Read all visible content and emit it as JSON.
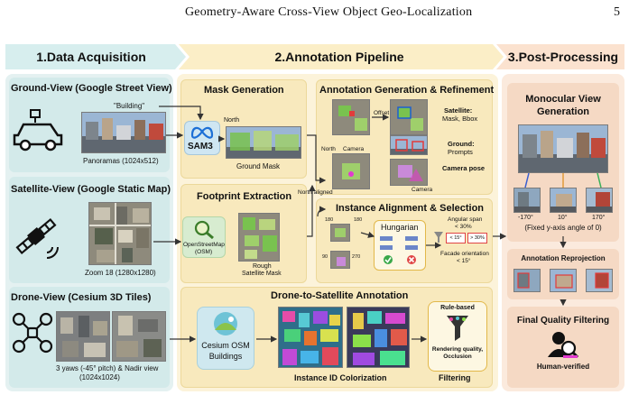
{
  "header": {
    "title": "Geometry-Aware Cross-View Object Geo-Localization",
    "page": "5"
  },
  "sections": {
    "acq": "1.Data Acquisition",
    "ann": "2.Annotation Pipeline",
    "post": "3.Post-Processing"
  },
  "acq": {
    "ground_title": "Ground-View (Google Street View)",
    "ground_caption": "Panoramas (1024x512)",
    "sat_title": "Satellite-View (Google Static Map)",
    "sat_caption": "Zoom 18 (1280x1280)",
    "drone_title": "Drone-View (Cesium 3D Tiles)",
    "drone_caption1": "3 yaws (-45° pitch) & Nadir view",
    "drone_caption2": "(1024x1024)"
  },
  "ann": {
    "mask_title": "Mask Generation",
    "building_prompt": "\"Building\"",
    "north": "North",
    "sam3": "SAM3",
    "ground_mask": "Ground Mask",
    "footprint_title": "Footprint Extraction",
    "osm1": "OpenStreetMap",
    "osm2": "(OSM)",
    "rough1": "Rough",
    "rough2": "Satellite Mask",
    "gen_title": "Annotation Generation & Refinement",
    "offset": "Offset",
    "satellite_lbl": "Satellite:",
    "mask_bbox": "Mask, Bbox",
    "ground_lbl": "Ground:",
    "prompts": "Prompts",
    "camera_pose": "Camera pose",
    "camera": "Camera",
    "north_aligned": "North aligned",
    "align_title": "Instance Alignment & Selection",
    "hungarian": "Hungarian",
    "angular1": "Angular span",
    "angular2": "< 30%",
    "lt15": "< 15°",
    "gt30": "> 30%",
    "facade1": "Facade orientation",
    "facade2": "< 15°",
    "deg180a": "180",
    "deg180b": "180",
    "deg270": "270",
    "deg90": "90",
    "drone_title": "Drone-to-Satellite Annotation",
    "cesium1": "Cesium OSM",
    "cesium2": "Buildings",
    "colorization": "Instance ID Colorization",
    "rule_based": "Rule-based",
    "render1": "Rendering quality,",
    "render2": "Occlusion",
    "filtering": "Filtering"
  },
  "post": {
    "mono_title1": "Monocular View",
    "mono_title2": "Generation",
    "deg1": "-170°",
    "deg2": "10°",
    "deg3": "170°",
    "fixed": "(Fixed y-axis angle of 0)",
    "reproj": "Annotation Reprojection",
    "final": "Final Quality Filtering",
    "human": "Human-verified"
  },
  "colors": {
    "acq": "#dff0f0",
    "ann": "#fbf1d3",
    "post": "#fbe7d8",
    "box": "#f8e9bd"
  }
}
